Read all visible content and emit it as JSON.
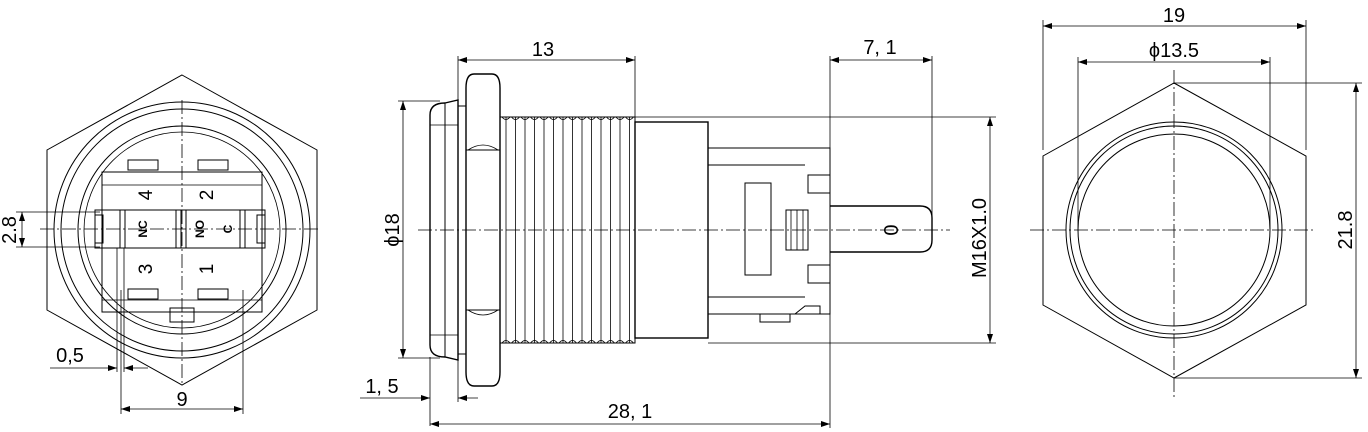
{
  "pin_labels": {
    "pin_4": "4",
    "pin_2": "2",
    "pin_3": "3",
    "pin_1": "1",
    "nc": "NC",
    "no": "NO",
    "c": "C"
  },
  "dimensions": {
    "terminal_spacing_vertical": "2.8",
    "terminal_thickness": "0,5",
    "terminal_spacing_horizontal": "9",
    "head_diameter": "ϕ18",
    "thread_length": "13",
    "bezel_thickness": "1, 5",
    "total_length": "28, 1",
    "terminal_length": "7, 1",
    "thread_spec": "M16X1.0",
    "hex_width_across_flats": "19",
    "button_diameter": "ϕ13.5",
    "hex_width_across_corners": "21.8"
  },
  "terminal_marking": "0"
}
